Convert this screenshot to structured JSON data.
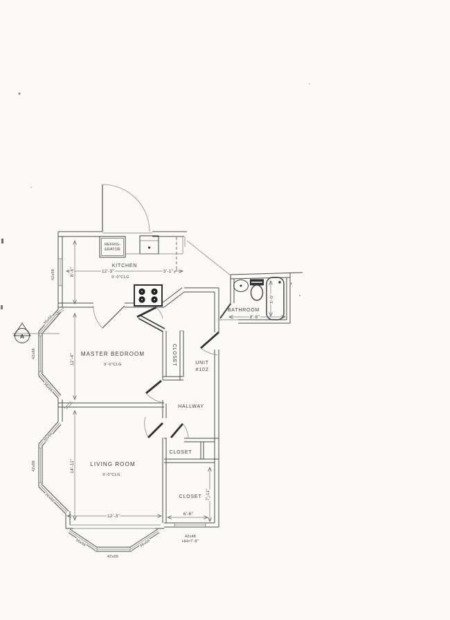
{
  "colors": {
    "paper": "#fbfaf6",
    "ink": "#3b3b42"
  },
  "plan": {
    "unit": {
      "line1": "UNIT",
      "line2": "#102"
    },
    "rooms": {
      "kitchen": {
        "name": "KITCHEN",
        "ceiling": "9'-0\"CLG",
        "dim_width": "12'-3\"",
        "dim_right": "3'-1\"",
        "dim_left": "8'-6\""
      },
      "master_bedroom": {
        "name": "MASTER BEDROOM",
        "ceiling": "9'-0\"CLG",
        "dim_left": "12'-4\""
      },
      "living_room": {
        "name": "LIVING ROOM",
        "ceiling": "9'-0\"CLG",
        "dim_left": "14'-11\"",
        "dim_bottom": "12'-3\""
      },
      "bathroom": {
        "name": "BATHROOM",
        "dim_width": "8'-6\"",
        "tub_dim": "5'-0\""
      },
      "hallway": {
        "name": "HALLWAY"
      },
      "bedroom_closet": {
        "name": "CLOSET"
      },
      "hall_closet": {
        "name": "CLOSET"
      },
      "large_closet": {
        "name": "CLOSET",
        "dim_width": "6'-6\"",
        "dim_height": "7'-11\""
      }
    },
    "fixtures": {
      "refrigerator_line1": "REFRIG-",
      "refrigerator_line2": "ERATOR"
    },
    "windows": {
      "kitchen": "42x58",
      "bedroom_bay": [
        "36x66",
        "42x66",
        "36x66"
      ],
      "living_bay": [
        "36x66",
        "42x66",
        "36x66"
      ],
      "front_bay": [
        "36x66",
        "42x66",
        "36x66"
      ],
      "closet_window": {
        "size": "42x48",
        "head_height": "HH=7'-8\""
      }
    },
    "markers": {
      "section": "A"
    }
  }
}
